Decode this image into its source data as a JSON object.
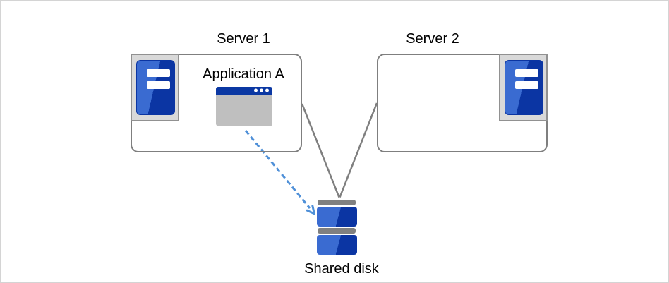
{
  "diagram": {
    "server1": {
      "label": "Server 1"
    },
    "server2": {
      "label": "Server 2"
    },
    "application": {
      "label": "Application A"
    },
    "shared_disk": {
      "label": "Shared disk"
    }
  },
  "colors": {
    "canvas-border": "#d4d4d4",
    "label-text": "#000000",
    "box-border": "#7f7f7f",
    "frame-fill": "#d9d9d9",
    "frame-border": "#919191",
    "icon-blue-light": "#3a6bd1",
    "icon-blue-dark": "#0b35a3",
    "titlebar-blue": "#0b38a3",
    "window-body": "#bfbfbf",
    "disk-cap": "#808080",
    "connector-gray": "#7f7f7f",
    "arrow-blue": "#4f90d8"
  }
}
